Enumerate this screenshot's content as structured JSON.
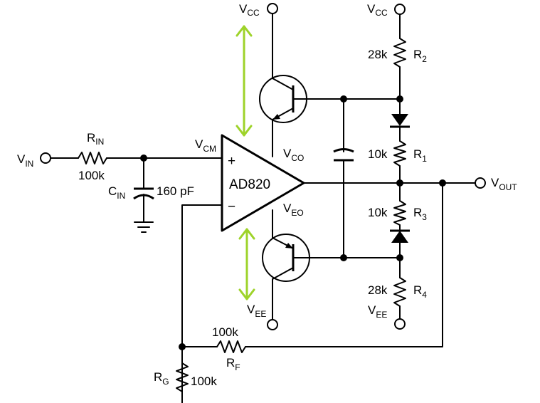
{
  "colors": {
    "wire": "#000000",
    "background": "#ffffff",
    "annotation_arrow": "#9ed32a"
  },
  "labels": {
    "vcc_left": "CC",
    "vcc_right": "CC",
    "vin": "IN",
    "rin": "IN",
    "rin_value": "100k",
    "cin": "IN",
    "cin_value": "160 pF",
    "vcm": "CM",
    "opamp_plus": "+",
    "opamp_minus": "−",
    "opamp_name": "AD820",
    "vco": "CO",
    "veo": "EO",
    "vee_left": "EE",
    "vee_right": "EE",
    "r2_value": "28k",
    "r2": "2",
    "r1_value": "10k",
    "r1": "1",
    "r3_value": "10k",
    "r3": "3",
    "r4_value": "28k",
    "r4": "4",
    "vout": "OUT",
    "rf_value": "100k",
    "rf": "F",
    "rg": "G",
    "rg_value": "100k"
  },
  "icons": [
    "npn-transistor-icon",
    "pnp-transistor-icon",
    "diode-icon",
    "resistor-icon",
    "capacitor-icon",
    "ground-icon",
    "opamp-icon",
    "double-arrow-icon"
  ]
}
